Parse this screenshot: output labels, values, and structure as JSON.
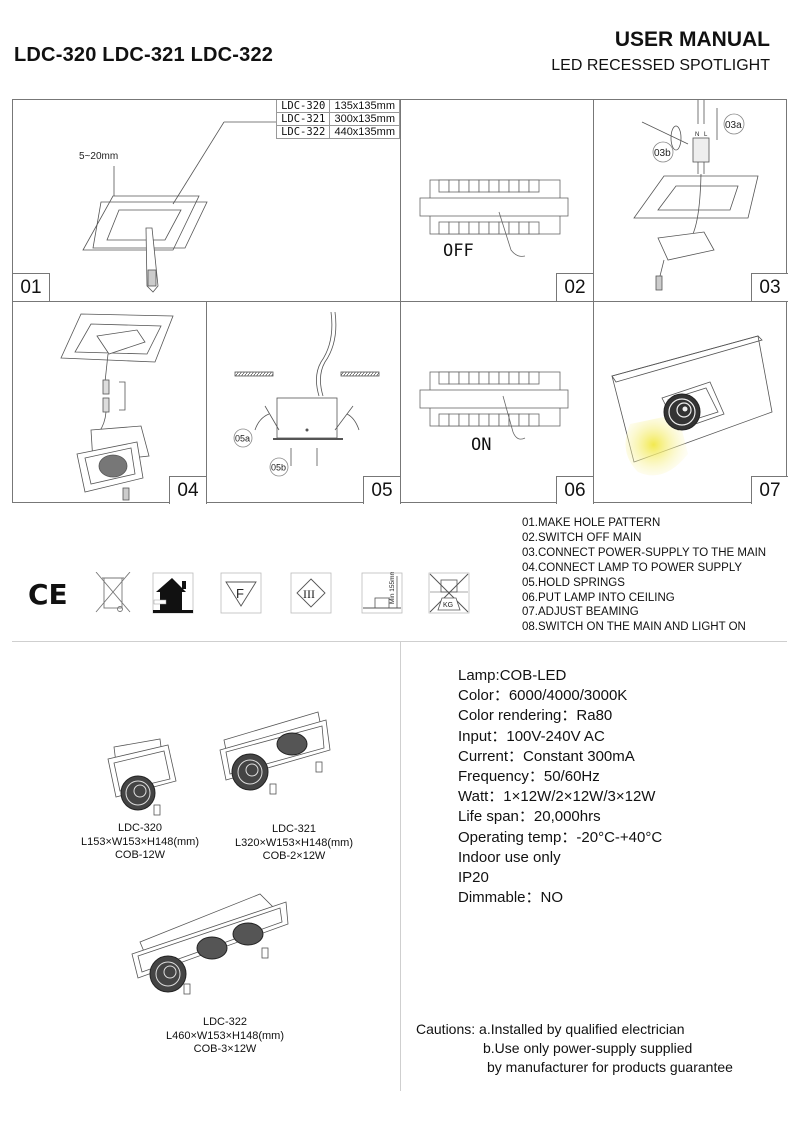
{
  "header": {
    "models": "LDC-320 LDC-321 LDC-322",
    "title": "USER MANUAL",
    "subtitle": "LED RECESSED SPOTLIGHT"
  },
  "panels": [
    {
      "number": "01",
      "labels": {
        "gap": "5~20mm"
      },
      "dimension_table": [
        {
          "model": "LDC-320",
          "size": "135x135mm"
        },
        {
          "model": "LDC-321",
          "size": "300x135mm"
        },
        {
          "model": "LDC-322",
          "size": "440x135mm"
        }
      ]
    },
    {
      "number": "02",
      "labels": {
        "switch_state": "OFF"
      }
    },
    {
      "number": "03",
      "labels": {
        "a": "03a",
        "b": "03b",
        "n": "N",
        "l": "L"
      }
    },
    {
      "number": "04"
    },
    {
      "number": "05",
      "labels": {
        "a": "05a",
        "b": "05b"
      }
    },
    {
      "number": "06",
      "labels": {
        "switch_state": "ON"
      }
    },
    {
      "number": "07"
    }
  ],
  "steps": [
    "01.MAKE HOLE PATTERN",
    "02.SWITCH OFF MAIN",
    "03.CONNECT POWER-SUPPLY TO THE MAIN",
    "04.CONNECT LAMP TO POWER SUPPLY",
    "05.HOLD SPRINGS",
    "06.PUT LAMP INTO CEILING",
    "07.ADJUST BEAMING",
    "08.SWITCH ON THE MAIN AND LIGHT ON"
  ],
  "cert_icons": [
    {
      "name": "ce-mark-icon",
      "text": "CE"
    },
    {
      "name": "weee-bin-icon"
    },
    {
      "name": "indoor-use-icon"
    },
    {
      "name": "f-mark-icon",
      "text": "F"
    },
    {
      "name": "class-iii-icon",
      "text": "III"
    },
    {
      "name": "min-clearance-icon",
      "text": "Min 155mm"
    },
    {
      "name": "no-insulation-cover-icon",
      "text": "KG"
    }
  ],
  "products": [
    {
      "model": "LDC-320",
      "dims": "L153×W153×H148(mm)",
      "power": "COB-12W"
    },
    {
      "model": "LDC-321",
      "dims": "L320×W153×H148(mm)",
      "power": "COB-2×12W"
    },
    {
      "model": "LDC-322",
      "dims": "L460×W153×H148(mm)",
      "power": "COB-3×12W"
    }
  ],
  "specs": [
    "Lamp:COB-LED",
    "Color：6000/4000/3000K",
    "Color rendering：Ra80",
    "Input：100V-240V AC",
    "Current：Constant 300mA",
    "Frequency：50/60Hz",
    "Watt：1×12W/2×12W/3×12W",
    "Life span：20,000hrs",
    "Operating temp：-20°C-+40°C",
    "Indoor use only",
    "IP20",
    "Dimmable：NO"
  ],
  "cautions": {
    "label": "Cautions:",
    "a": "a.Installed by qualified electrician",
    "b": "b.Use only power-supply supplied",
    "b2": "by manufacturer for products guarantee"
  },
  "colors": {
    "beam": "#f4ec6a",
    "lines": "#777777"
  }
}
